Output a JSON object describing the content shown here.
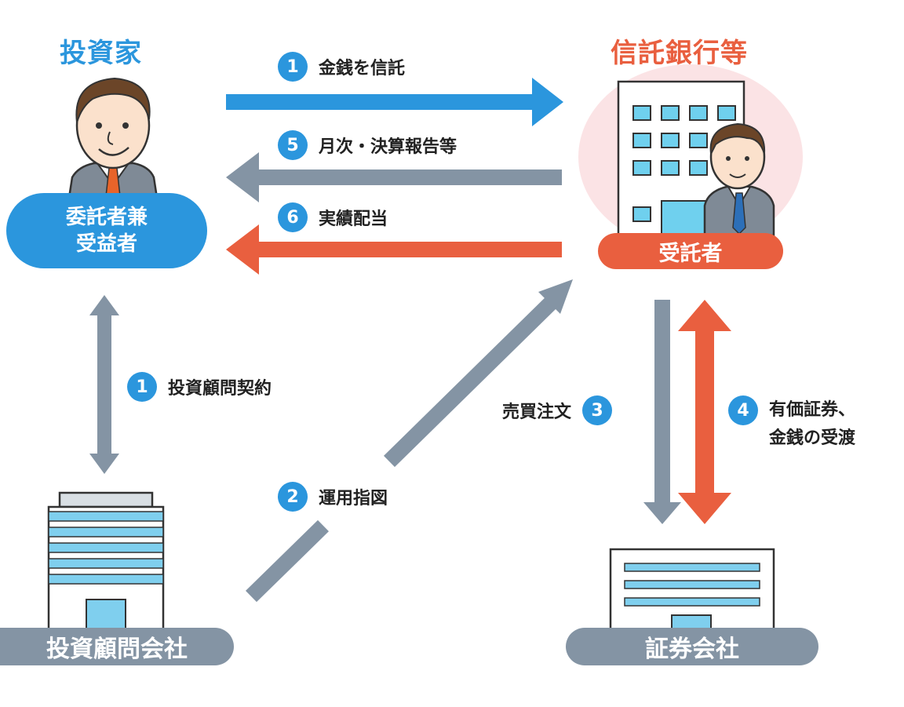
{
  "parties": {
    "investor": {
      "title": "投資家",
      "role_line1": "委託者兼",
      "role_line2": "受益者"
    },
    "trustee": {
      "title": "信託銀行等",
      "role": "受託者"
    },
    "advisor": {
      "label": "投資顧問会社"
    },
    "securities": {
      "label": "証券会社"
    }
  },
  "flows": [
    {
      "num": "1",
      "text": "金銭を信託"
    },
    {
      "num": "5",
      "text": "月次・決算報告等"
    },
    {
      "num": "6",
      "text": "実績配当"
    },
    {
      "num": "1",
      "text": "投資顧問契約"
    },
    {
      "num": "2",
      "text": "運用指図"
    },
    {
      "num": "3",
      "text": "売買注文"
    },
    {
      "num": "4",
      "text_line1": "有価証券、",
      "text_line2": "金銭の受渡"
    }
  ],
  "colors": {
    "blue": "#2b96dd",
    "orange": "#e95f3f",
    "gray": "#8494a4",
    "trustee_bg": "#fbe3e5"
  }
}
